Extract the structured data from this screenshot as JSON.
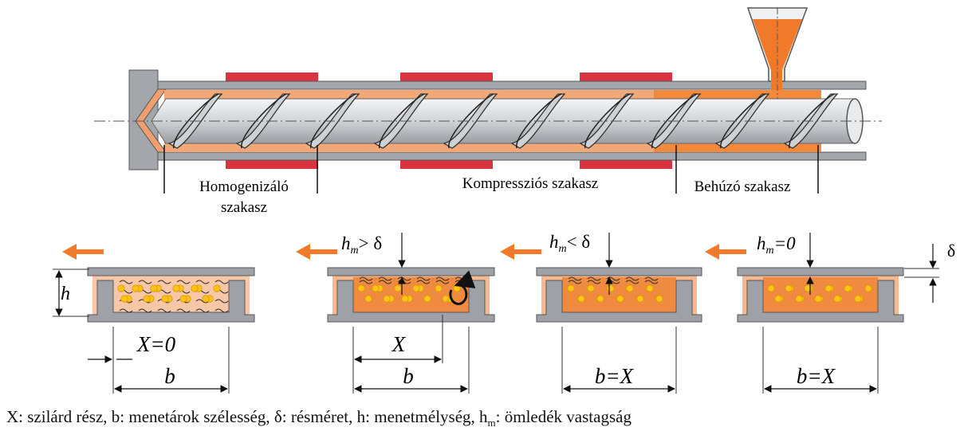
{
  "extruder": {
    "zones": [
      {
        "line1": "Homogenizáló",
        "line2": "szakasz"
      },
      {
        "line1": "Kompressziós szakasz",
        "line2": ""
      },
      {
        "line1": "Behúzó szakasz",
        "line2": ""
      }
    ]
  },
  "channels": [
    {
      "cond_h": "h",
      "x_label": "X=0",
      "b_label": "b"
    },
    {
      "cond_h": "h",
      "cond_sub": "m",
      "cond_op": "> δ",
      "x_label": "X",
      "b_label": "b"
    },
    {
      "cond_h": "h",
      "cond_sub": "m",
      "cond_op": "< δ",
      "b_label": "b=X"
    },
    {
      "cond_h": "h",
      "cond_sub": "m",
      "cond_op": "=0",
      "b_label": "b=X",
      "delta_label": "δ"
    }
  ],
  "legend": {
    "part1": "X: szilárd rész, b: menetárok szélesség, δ: résméret, h: menetmélység, h",
    "sub": "m",
    "part2": ": ömledék vastagság"
  },
  "colors": {
    "orange": "#f07a2a",
    "melt_orange": "#f08a40",
    "light_melt": "#f8c7a8",
    "steel": "#9ea2a6",
    "heater": "#d9343f",
    "pellet": "#ffc21a"
  }
}
